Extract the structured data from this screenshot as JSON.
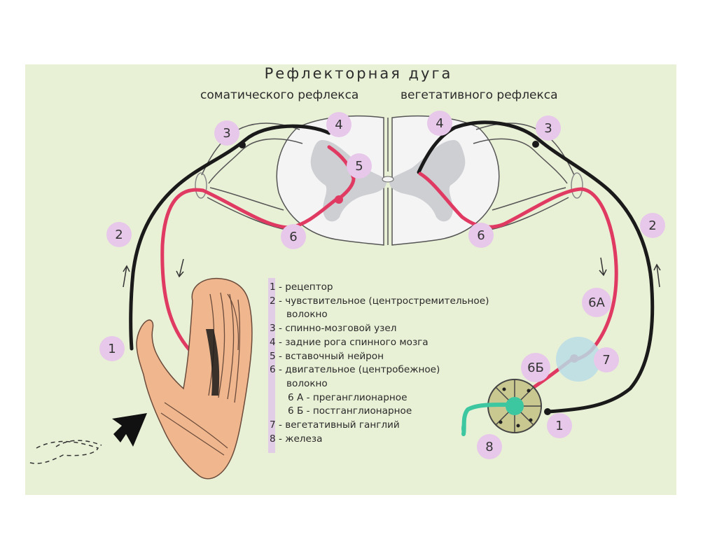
{
  "title": "Рефлекторная   дуга",
  "subtitle_left": "соматического рефлекса",
  "subtitle_right": "вегетативного рефлекса",
  "labels": {
    "l1_left": "1",
    "l2_left": "2",
    "l3_left": "3",
    "l4_left": "4",
    "l5": "5",
    "l6_left": "6",
    "l4_right": "4",
    "l3_right": "3",
    "l2_right": "2",
    "l6_right": "6",
    "l6a": "6А",
    "l6b": "6Б",
    "l7": "7",
    "l1_right": "1",
    "l8": "8"
  },
  "legend": [
    "1 - рецептор",
    "2 - чувствительное  (центростремительное)",
    "волокно",
    "3 - спинно-мозговой узел",
    "4 - задние рога спинного мозга",
    "5 - вставочный нейрон",
    "6 - двигательное (центробежное)",
    "волокно",
    "6 А - преганглионарное",
    "6 Б - постганглионарное",
    "7 - вегетативный ганглий",
    "8 - железа"
  ],
  "colors": {
    "panel": "#e8f0d6",
    "label_bubble": "#e7c8ea",
    "motor_fiber": "#e03a62",
    "sensory_fiber": "#1a1a1a",
    "arm": "#f0b78e",
    "ganglion": "#b8dde6",
    "gland": "#c9c890",
    "secretion": "#3cc7a0"
  }
}
